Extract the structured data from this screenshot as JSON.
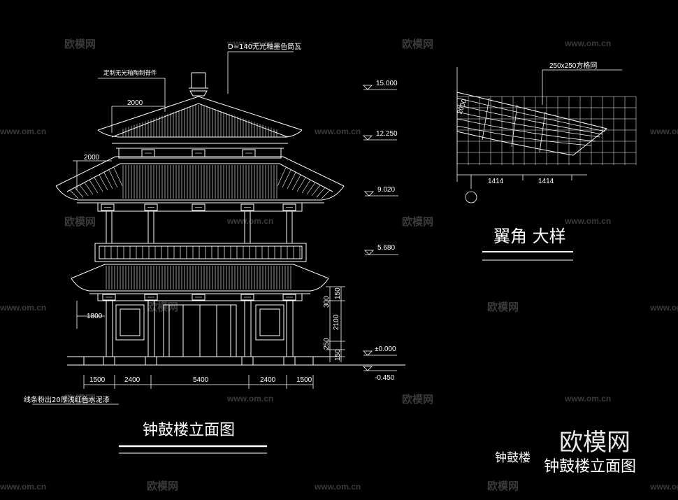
{
  "drawing": {
    "main_title": "钟鼓楼立面图",
    "corner_label": "钟鼓楼",
    "corner_title": "钟鼓楼立面图",
    "detail_title": "翼角 大样",
    "notes": {
      "roof_tile": "D=140无光釉墨色筒瓦",
      "ridge_ornament": "定制无光釉陶制脊件",
      "grid": "250x250方格网",
      "base_line": "线条粉出20厚浅红色水泥漆"
    },
    "elevations": [
      "15.000",
      "12.250",
      "9.020",
      "5.680",
      "±0.000",
      "-0.450"
    ],
    "dims_bottom": [
      "1500",
      "2400",
      "5400",
      "2400",
      "1500"
    ],
    "dims_left": [
      "2000",
      "2000",
      "1800"
    ],
    "dims_right": [
      "300",
      "150",
      "2100",
      "250",
      "150"
    ],
    "detail_dims": [
      "1414",
      "1414"
    ],
    "detail_side_dim": "2000"
  },
  "watermark": {
    "brand": "欧模网",
    "url": "www.om.cn",
    "big_brand": "欧模网"
  },
  "colors": {
    "background": "#000000",
    "line": "#ffffff",
    "watermark": "#3a3a3a"
  }
}
